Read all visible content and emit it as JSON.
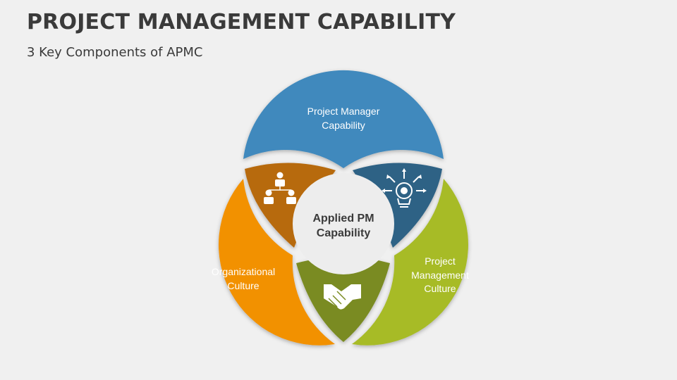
{
  "title": "PROJECT MANAGEMENT CAPABILITY",
  "subtitle": "3 Key Components of APMC",
  "center": {
    "label_line1": "Applied PM",
    "label_line2": "Capability"
  },
  "components": {
    "top": {
      "label_line1": "Project Manager",
      "label_line2": "Capability",
      "color": "#3f89bd"
    },
    "left": {
      "label_line1": "Organizational",
      "label_line2": "Culture",
      "color": "#f29100"
    },
    "right": {
      "label_line1": "Project",
      "label_line2": "Management",
      "label_line3": "Culture",
      "color": "#a7bb26"
    }
  },
  "overlaps": {
    "top_left": {
      "icon": "team-hierarchy-icon",
      "color": "#b76a0e"
    },
    "top_right": {
      "icon": "idea-gear-icon",
      "color": "#2d6285"
    },
    "bottom": {
      "icon": "handshake-icon",
      "color": "#7a8b22"
    }
  }
}
